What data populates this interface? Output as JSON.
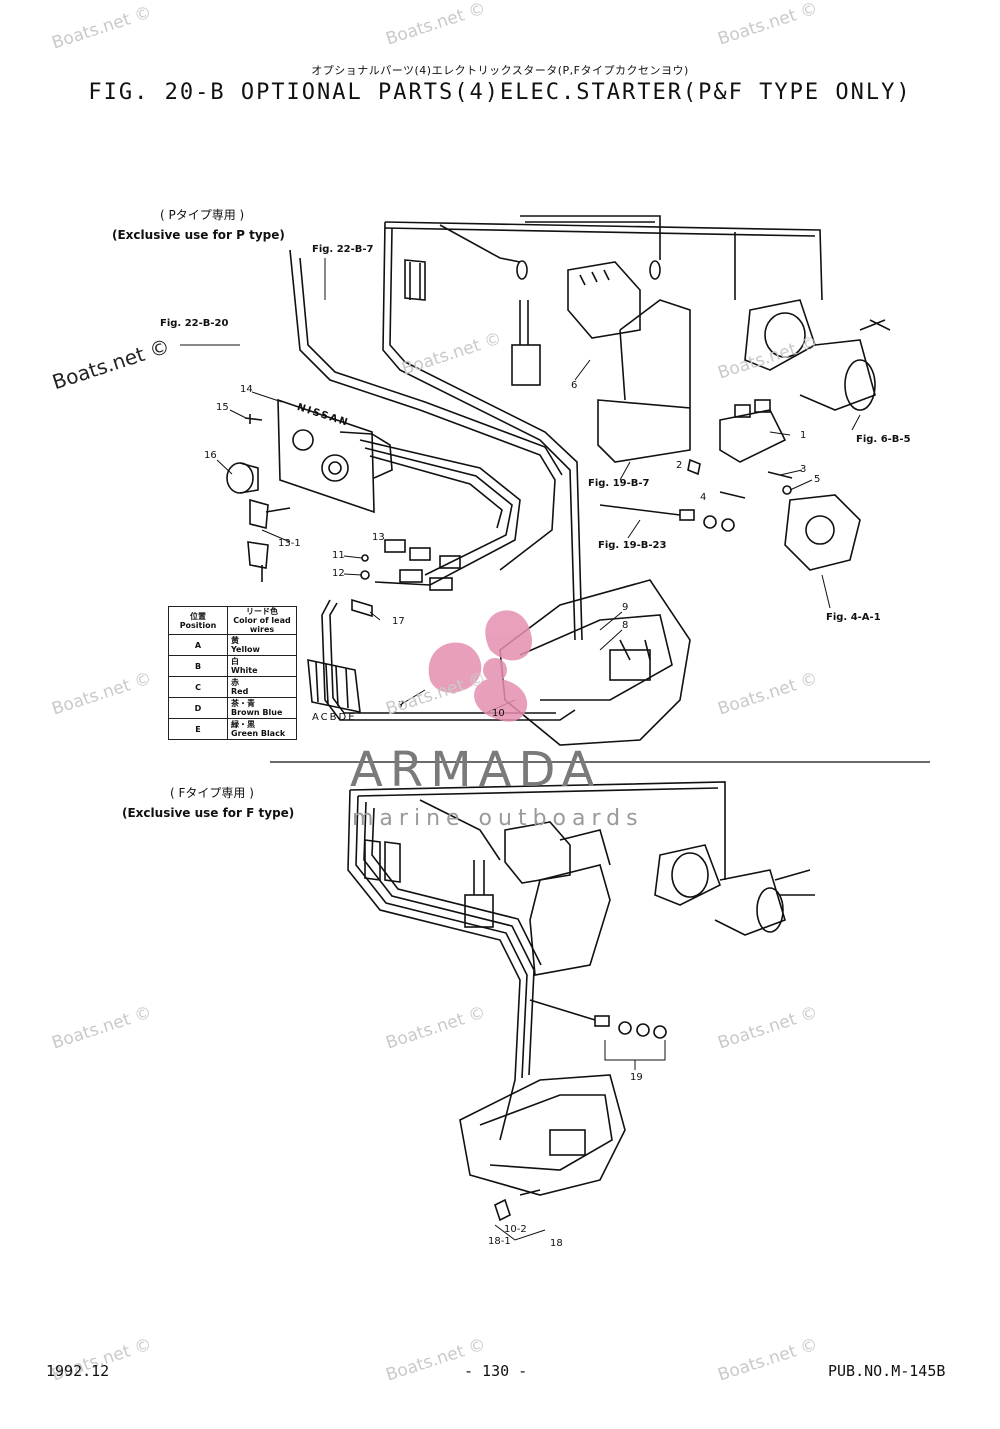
{
  "header": {
    "japanese_title": "オプショナルパーツ(4)エレクトリックスタータ(P,Fタイプカクセンヨウ)",
    "title": "FIG. 20-B OPTIONAL PARTS(4)ELEC.STARTER(P&F TYPE ONLY)"
  },
  "p_section": {
    "japanese_label": "( Pタイプ専用 )",
    "label": "(Exclusive use for P type)"
  },
  "f_section": {
    "japanese_label": "( Fタイプ専用 )",
    "label": "(Exclusive use for F type)"
  },
  "figure_refs": [
    "Fig. 22-B-7",
    "Fig. 22-B-20",
    "Fig. 6-B-5",
    "Fig. 19-B-7",
    "Fig. 19-B-23",
    "Fig. 4-A-1"
  ],
  "callouts_p": [
    "14",
    "15",
    "16",
    "13",
    "13-1",
    "11",
    "12",
    "17",
    "6",
    "1",
    "2",
    "3",
    "4",
    "5",
    "9",
    "8",
    "7",
    "10"
  ],
  "callouts_f": [
    "19",
    "18-1",
    "10-2",
    "18"
  ],
  "brand_plate": "NISSAN",
  "connector_letters": [
    "A",
    "C",
    "B",
    "D",
    "E"
  ],
  "wire_legend": {
    "headers": [
      "位置",
      "Position",
      "リード色",
      "Color of lead wires"
    ],
    "rows": [
      {
        "position": "A",
        "jp": "黄",
        "color": "Yellow"
      },
      {
        "position": "B",
        "jp": "白",
        "color": "White"
      },
      {
        "position": "C",
        "jp": "赤",
        "color": "Red"
      },
      {
        "position": "D",
        "jp": "茶・青",
        "color": "Brown Blue"
      },
      {
        "position": "E",
        "jp": "緑・黒",
        "color": "Green Black"
      }
    ]
  },
  "watermark": {
    "text": "Boats.net ©",
    "logo": "ARMADA",
    "logo_sub": "marine outboards"
  },
  "footer": {
    "date": "1992.12",
    "page": "- 130 -",
    "pub": "PUB.NO.M-145B"
  },
  "colors": {
    "ink": "#111111",
    "watermark": "#c9c9c9",
    "logo_pink": "#e58fb0"
  }
}
